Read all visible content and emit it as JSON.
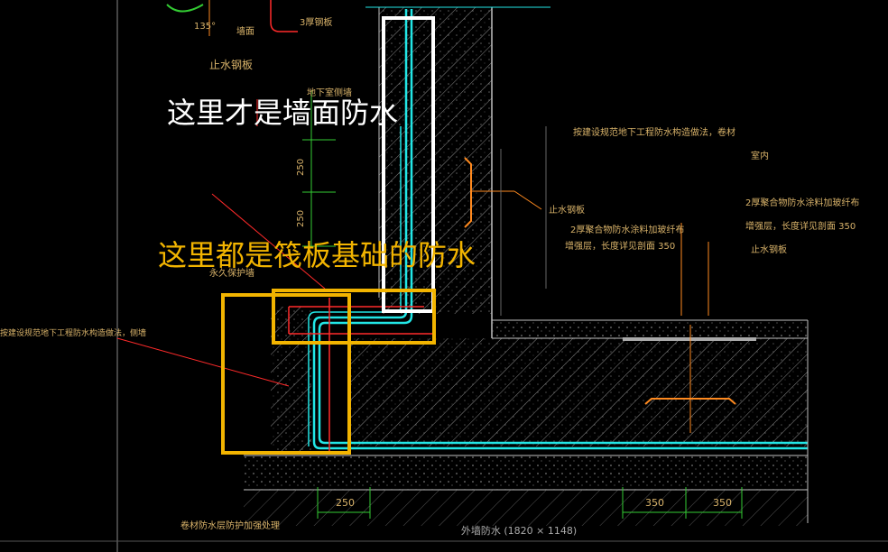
{
  "colors": {
    "background": "#000000",
    "waterproof": "#22e6e6",
    "concrete_edge": "#bfbfbf",
    "red_line": "#ff2a2a",
    "orange": "#ff8a1f",
    "green": "#33cc33",
    "annot_yellow": "#f2b400",
    "annot_white": "#ffffff",
    "cad_text": "#d9b36a"
  },
  "annotations": {
    "wall_note": "这里才是墙面防水",
    "raft_note": "这里都是筏板基础的防水"
  },
  "cad_labels": {
    "l1": "止水钢板",
    "l2": "地下室侧墙",
    "l3": "3厚钢板",
    "l4": "墙面",
    "l5": "135°",
    "l6": "按建设规范地下工程防水构造做法，卷材",
    "l7": "室内",
    "l8": "止水钢板",
    "l9": "2厚聚合物防水涂料加玻纤布",
    "l10": "增强层，长度详见剖面 350",
    "l11": "2厚聚合物防水涂料加玻纤布",
    "l12": "增强层，长度详见剖面 350",
    "l13": "止水钢板",
    "l14": "永久保护墙",
    "l15": "按建设规范地下工程防水构造做法，侧墙",
    "l16": "卷材防水层防护加强处理",
    "dim_250a": "250",
    "dim_250b": "250",
    "dim_250c": "250",
    "dim_350a": "350",
    "dim_350b": "350"
  },
  "footer": {
    "caption": "外墙防水 (1820 × 1148)"
  }
}
